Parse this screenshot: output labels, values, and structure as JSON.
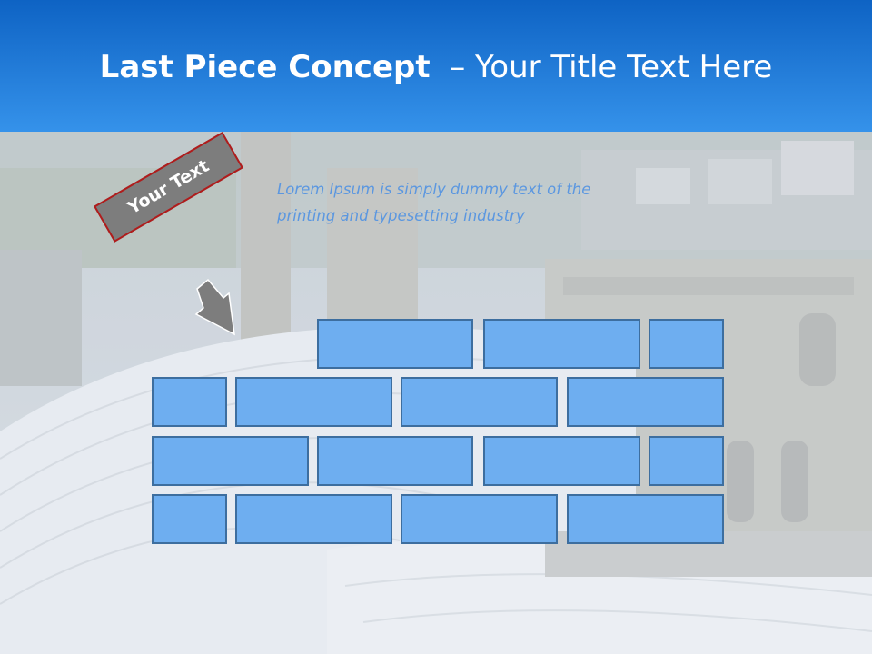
{
  "header": {
    "title_bold": "Last Piece Concept",
    "title_rest": "  – Your Title Text Here",
    "gradient_top": "#0e63c4",
    "gradient_bottom": "#3592ea"
  },
  "body_text": {
    "line1": "Lorem Ipsum is simply dummy text of the",
    "line2": "printing and typesetting industry"
  },
  "label": {
    "text": "Your Text",
    "fill": "#7d7d7d",
    "border": "#b01c1c"
  },
  "arrow_icon": "arrow-down-right-icon",
  "puzzle": {
    "brick_fill": "#6eaef0",
    "brick_border": "#3d6e9f",
    "rows": 4,
    "missing_piece": "top-left"
  }
}
